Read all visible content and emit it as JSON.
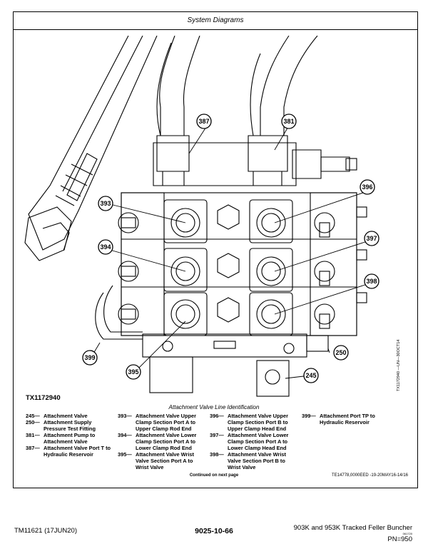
{
  "header": {
    "section_title": "System Diagrams"
  },
  "figure": {
    "id": "TX1172940",
    "side_code": "TX1172940 —UN—30OCT14",
    "caption": "Attachment Valve Line Identification",
    "callouts": [
      "387",
      "381",
      "396",
      "393",
      "397",
      "394",
      "398",
      "399",
      "250",
      "395",
      "245"
    ]
  },
  "legend": {
    "col1": [
      {
        "num": "245—",
        "text": "Attachment Valve"
      },
      {
        "num": "250—",
        "text": "Attachment Supply Pressure Test Fitting"
      },
      {
        "num": "381—",
        "text": "Attachment Pump to Attachment Valve"
      },
      {
        "num": "387—",
        "text": "Attachment Valve Port T to Hydraulic Reservoir"
      }
    ],
    "col2": [
      {
        "num": "393—",
        "text": "Attachment Valve Upper Clamp Section Port A to Upper Clamp Rod End"
      },
      {
        "num": "394—",
        "text": "Attachment Valve Lower Clamp Section Port A to Lower Clamp Rod End"
      },
      {
        "num": "395—",
        "text": "Attachment Valve Wrist Valve Section Port A to Wrist Valve"
      }
    ],
    "col3": [
      {
        "num": "396—",
        "text": "Attachment Valve Upper Clamp Section Port B to Upper Clamp Head End"
      },
      {
        "num": "397—",
        "text": "Attachment Valve Lower Clamp Section Port A to Lower Clamp Head End"
      },
      {
        "num": "398—",
        "text": "Attachment Valve Wrist Valve Section Port B to Wrist Valve"
      }
    ],
    "col4": [
      {
        "num": "399—",
        "text": "Attachment Port TP to Hydraulic Reservoir"
      }
    ]
  },
  "continued": "Continued on next page",
  "ref_code": "TE14778,0000EED -19-20MAY16-14/16",
  "footer": {
    "doc_id": "TM11621 (17JUN20)",
    "page_number": "9025-10-66",
    "title": "903K and 953K Tracked Feller Buncher",
    "small_code": "061720",
    "pn": "PN=950"
  }
}
